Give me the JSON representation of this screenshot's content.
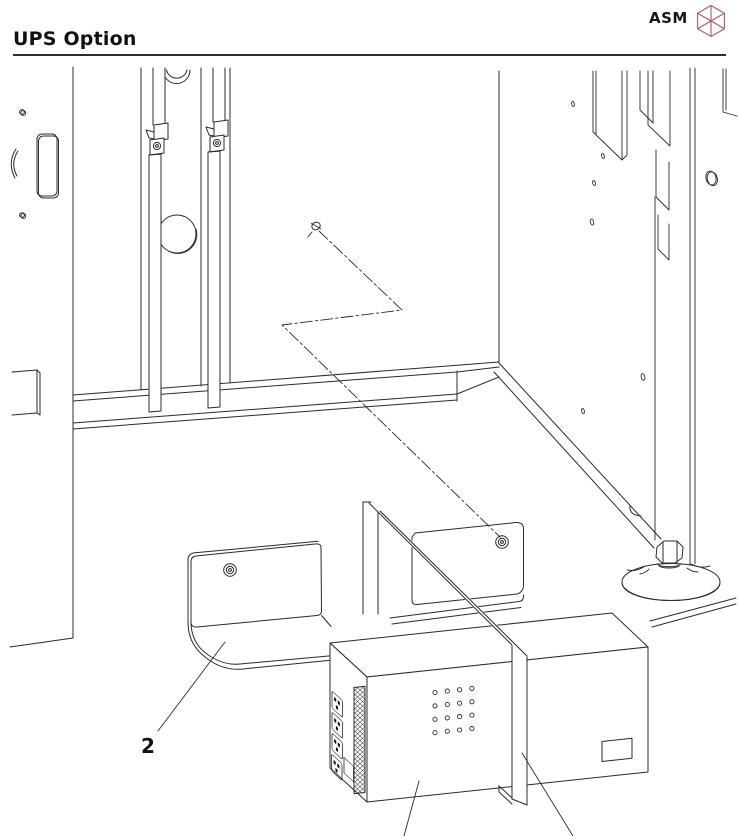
{
  "header": {
    "title": "UPS Option",
    "brand": "ASM",
    "logo_icon": "hexagon-cube-icon"
  },
  "figure": {
    "type": "technical-line-illustration",
    "callouts": [
      {
        "label": "2"
      }
    ],
    "uncaptioned_leader_lines": 2
  },
  "colors": {
    "line": "#2b2b2b",
    "text": "#111111",
    "brand_logo": "#b05a5a",
    "rule": "#2e2e2e",
    "background": "#ffffff"
  }
}
